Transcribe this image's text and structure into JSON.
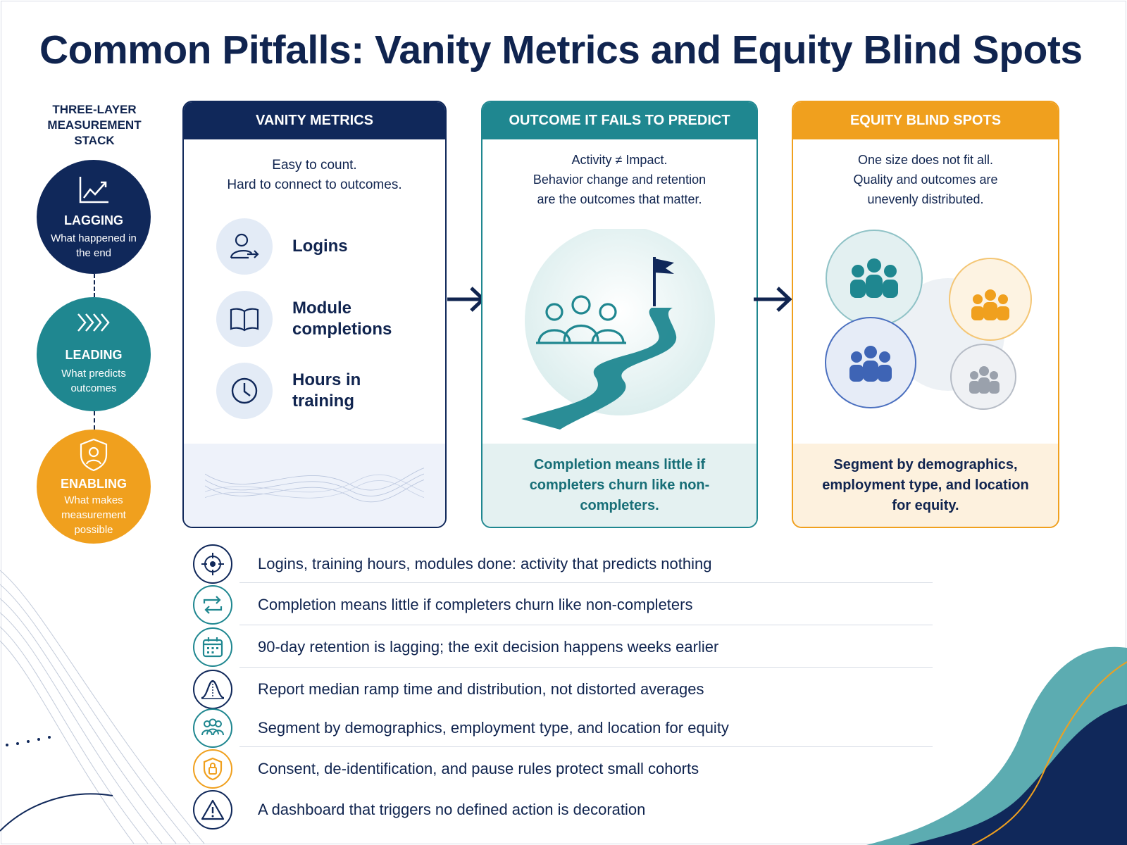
{
  "title": "Common Pitfalls: Vanity Metrics and Equity Blind Spots",
  "stack": {
    "title": "THREE-LAYER MEASUREMENT STACK",
    "layers": [
      {
        "name": "LAGGING",
        "desc": "What happened in the end",
        "icon": "trend-chart-icon",
        "color": "#10285a"
      },
      {
        "name": "LEADING",
        "desc": "What predicts outcomes",
        "icon": "chevrons-right-icon",
        "color": "#1f8790"
      },
      {
        "name": "ENABLING",
        "desc": "What makes measurement possible",
        "icon": "shield-person-icon",
        "color": "#f0a01e"
      }
    ]
  },
  "cards": {
    "vanity": {
      "header": "VANITY METRICS",
      "subtitle_lines": [
        "Easy to count.",
        "Hard to connect to outcomes."
      ],
      "metrics": [
        {
          "label": "Logins",
          "icon": "login-user-icon"
        },
        {
          "label": "Module completions",
          "icon": "open-book-icon"
        },
        {
          "label": "Hours in training",
          "icon": "clock-icon"
        }
      ]
    },
    "outcome": {
      "header": "OUTCOME IT FAILS TO PREDICT",
      "subtitle_lines": [
        "Activity ≠ Impact.",
        "Behavior change and retention",
        "are the outcomes that matter."
      ],
      "footer": "Completion means little if completers churn like non-completers."
    },
    "equity": {
      "header": "EQUITY BLIND SPOTS",
      "subtitle_lines": [
        "One size does not fit all.",
        "Quality and outcomes are",
        "unevenly distributed."
      ],
      "footer": "Segment by demographics, employment type, and location for equity."
    }
  },
  "list": [
    {
      "text": "Logins, training hours, modules done: activity that predicts nothing",
      "icon": "target-icon",
      "color": "#10285a"
    },
    {
      "text": "Completion means little if completers churn like non-completers",
      "icon": "cycle-arrows-icon",
      "color": "#1f8790"
    },
    {
      "text": "90-day retention is lagging; the exit decision happens weeks earlier",
      "icon": "calendar-icon",
      "color": "#1f8790"
    },
    {
      "text": "Report median ramp time and distribution, not distorted averages",
      "icon": "bell-curve-icon",
      "color": "#10285a"
    },
    {
      "text": "Segment by demographics, employment type, and location for equity",
      "icon": "people-group-icon",
      "color": "#1f8790"
    },
    {
      "text": "Consent, de-identification, and pause rules protect small cohorts",
      "icon": "shield-lock-icon",
      "color": "#f0a01e"
    },
    {
      "text": "A dashboard that triggers no defined action is decoration",
      "icon": "warning-icon",
      "color": "#10285a"
    }
  ]
}
